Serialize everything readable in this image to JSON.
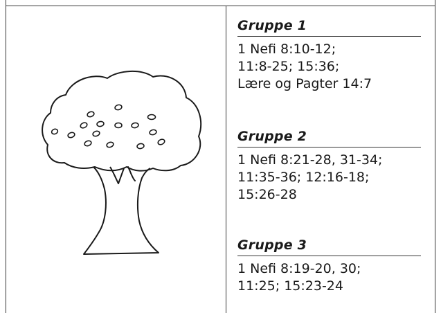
{
  "groups": [
    {
      "title": "Gruppe 1",
      "lines": [
        "1 Nefi 8:10-12;",
        "11:8-25; 15:36;",
        "Lære og Pagter 14:7"
      ]
    },
    {
      "title": "Gruppe 2",
      "lines": [
        "1 Nefi 8:21-28, 31-34;",
        "11:35-36; 12:16-18;",
        "15:26-28"
      ]
    },
    {
      "title": "Gruppe 3",
      "lines": [
        "1 Nefi 8:19-20, 30;",
        "11:25; 15:23-24"
      ]
    }
  ],
  "illustration": {
    "icon": "tree-with-fruit-icon",
    "stroke_color": "#1a1a1a"
  }
}
